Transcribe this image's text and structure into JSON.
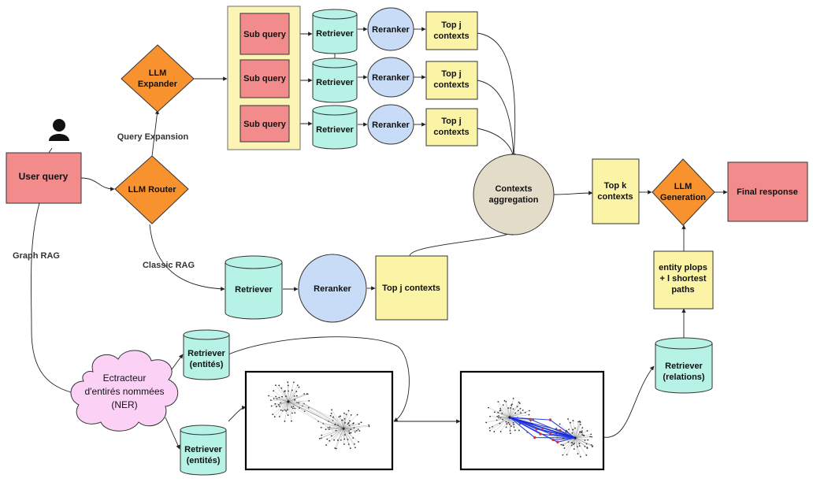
{
  "user_query": "User query",
  "llm_router": "LLM Router",
  "llm_expander": [
    "LLM",
    "Expander"
  ],
  "edges": {
    "query_expansion": "Query Expansion",
    "classic_rag": "Classic RAG",
    "graph_rag": "Graph RAG"
  },
  "sub_query": "Sub query",
  "retriever": "Retriever",
  "reranker": "Reranker",
  "top_j_contexts_lines": [
    "Top j",
    "contexts"
  ],
  "top_j_contexts": "Top j contexts",
  "contexts_aggregation": [
    "Contexts",
    "aggregation"
  ],
  "top_k_contexts": [
    "Top k",
    "contexts"
  ],
  "llm_generation": [
    "LLM",
    "Generation"
  ],
  "final_response": "Final response",
  "entity_box": [
    "entity plops",
    "+ l shortest",
    "paths"
  ],
  "retriever_entites": [
    "Retriever",
    "(entités)"
  ],
  "retriever_relations": [
    "Retriever",
    "(relations)"
  ],
  "ner": [
    "Ectracteur",
    "d'entirés nommées",
    "(NER)"
  ],
  "colors": {
    "query_red": "#f28b8b",
    "diamond_orange": "#f7922e",
    "cylinder_teal": "#b6f3e6",
    "reranker_blue": "#c9dcf7",
    "context_yellow": "#fbf3a6",
    "aggregation_beige": "#e3dcc9",
    "ner_pink": "#fbd2f6",
    "group_yellow": "#fcf4b5"
  }
}
